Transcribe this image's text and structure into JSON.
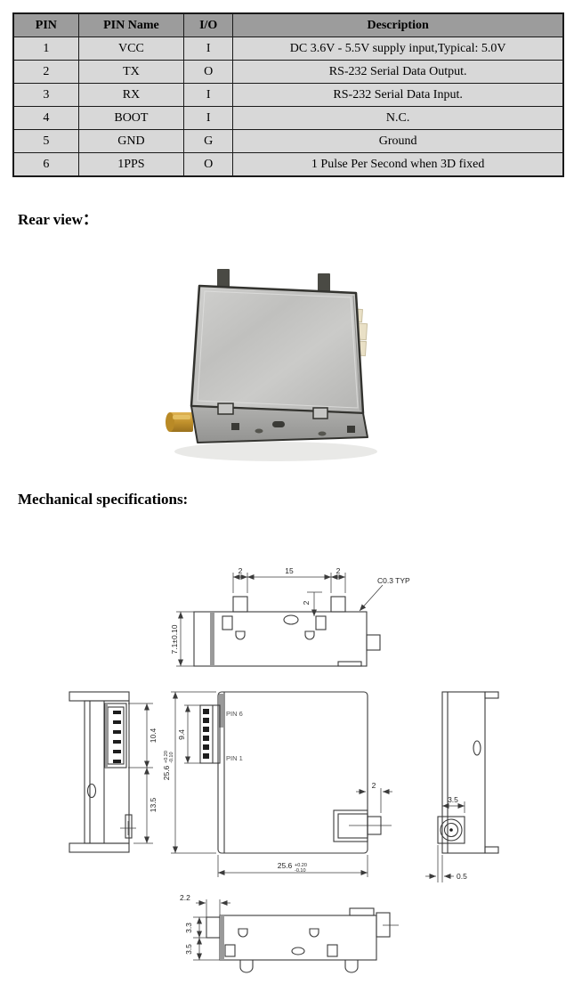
{
  "headings": {
    "rear_view": "Rear view：",
    "mechanical": "Mechanical specifications:"
  },
  "pin_table": {
    "headers": [
      "PIN",
      "PIN Name",
      "I/O",
      "Description"
    ],
    "rows": [
      [
        "1",
        "VCC",
        "I",
        "DC 3.6V - 5.5V supply input,Typical: 5.0V"
      ],
      [
        "2",
        "TX",
        "O",
        "RS-232 Serial Data Output."
      ],
      [
        "3",
        "RX",
        "I",
        "RS-232 Serial Data Input."
      ],
      [
        "4",
        "BOOT",
        "I",
        "N.C."
      ],
      [
        "5",
        "GND",
        "G",
        "Ground"
      ],
      [
        "6",
        "1PPS",
        "O",
        "1 Pulse Per Second when 3D fixed"
      ]
    ],
    "colors": {
      "header_bg": "#9c9c9c",
      "row_bg": "#d8d8d8",
      "border": "#1a1a1a"
    }
  },
  "photo": {
    "caption": "Rear view photo of metal-shielded GPS module",
    "colors": {
      "shield": "#c3c3c1",
      "clips": "#4a4a44",
      "sma_gold": "#c59530",
      "connector_beige": "#e9e0c6"
    }
  },
  "drawings": {
    "colors": {
      "line": "#3b3b3b"
    },
    "top_view": {
      "labels": {
        "clip_left_w": "2",
        "span_w": "15",
        "clip_right_w": "2",
        "chamfer": "C0.3 TYP",
        "clip_offset": "2",
        "height": "7.1±0.10"
      }
    },
    "left_view": {
      "labels": {
        "connector_h": "10.4",
        "lower_h": "13.5"
      }
    },
    "front_view": {
      "labels": {
        "pin6": "PIN 6",
        "pin1": "PIN 1",
        "connector_h": "9.4",
        "height": "25.6",
        "height_tol_plus": "+0.20",
        "height_tol_minus": "-0.10",
        "width": "25.6",
        "width_tol_plus": "+0.20",
        "width_tol_minus": "-0.10",
        "sma_w": "2"
      }
    },
    "right_view": {
      "labels": {
        "conn_w": "3.5",
        "edge_offset": "0.5"
      }
    },
    "bottom_view": {
      "labels": {
        "step_w": "2.2",
        "step_h": "3.3",
        "lower_h": "3.5"
      }
    }
  }
}
